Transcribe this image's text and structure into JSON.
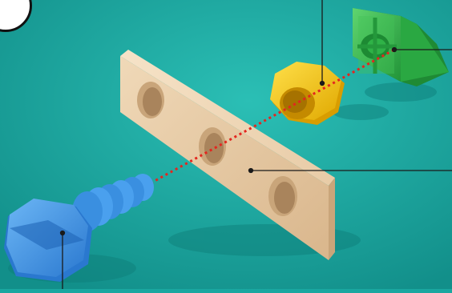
{
  "illustration": {
    "parts": [
      {
        "name": "screw",
        "color": "#3a8fe0"
      },
      {
        "name": "wooden-plank",
        "color": "#e6c7a0"
      },
      {
        "name": "hex-nut",
        "color": "#f2c418"
      },
      {
        "name": "corner-bracket",
        "color": "#33b64a"
      }
    ],
    "assembly_axis_color": "#e3261f",
    "background_color": "#1aa7a0"
  }
}
